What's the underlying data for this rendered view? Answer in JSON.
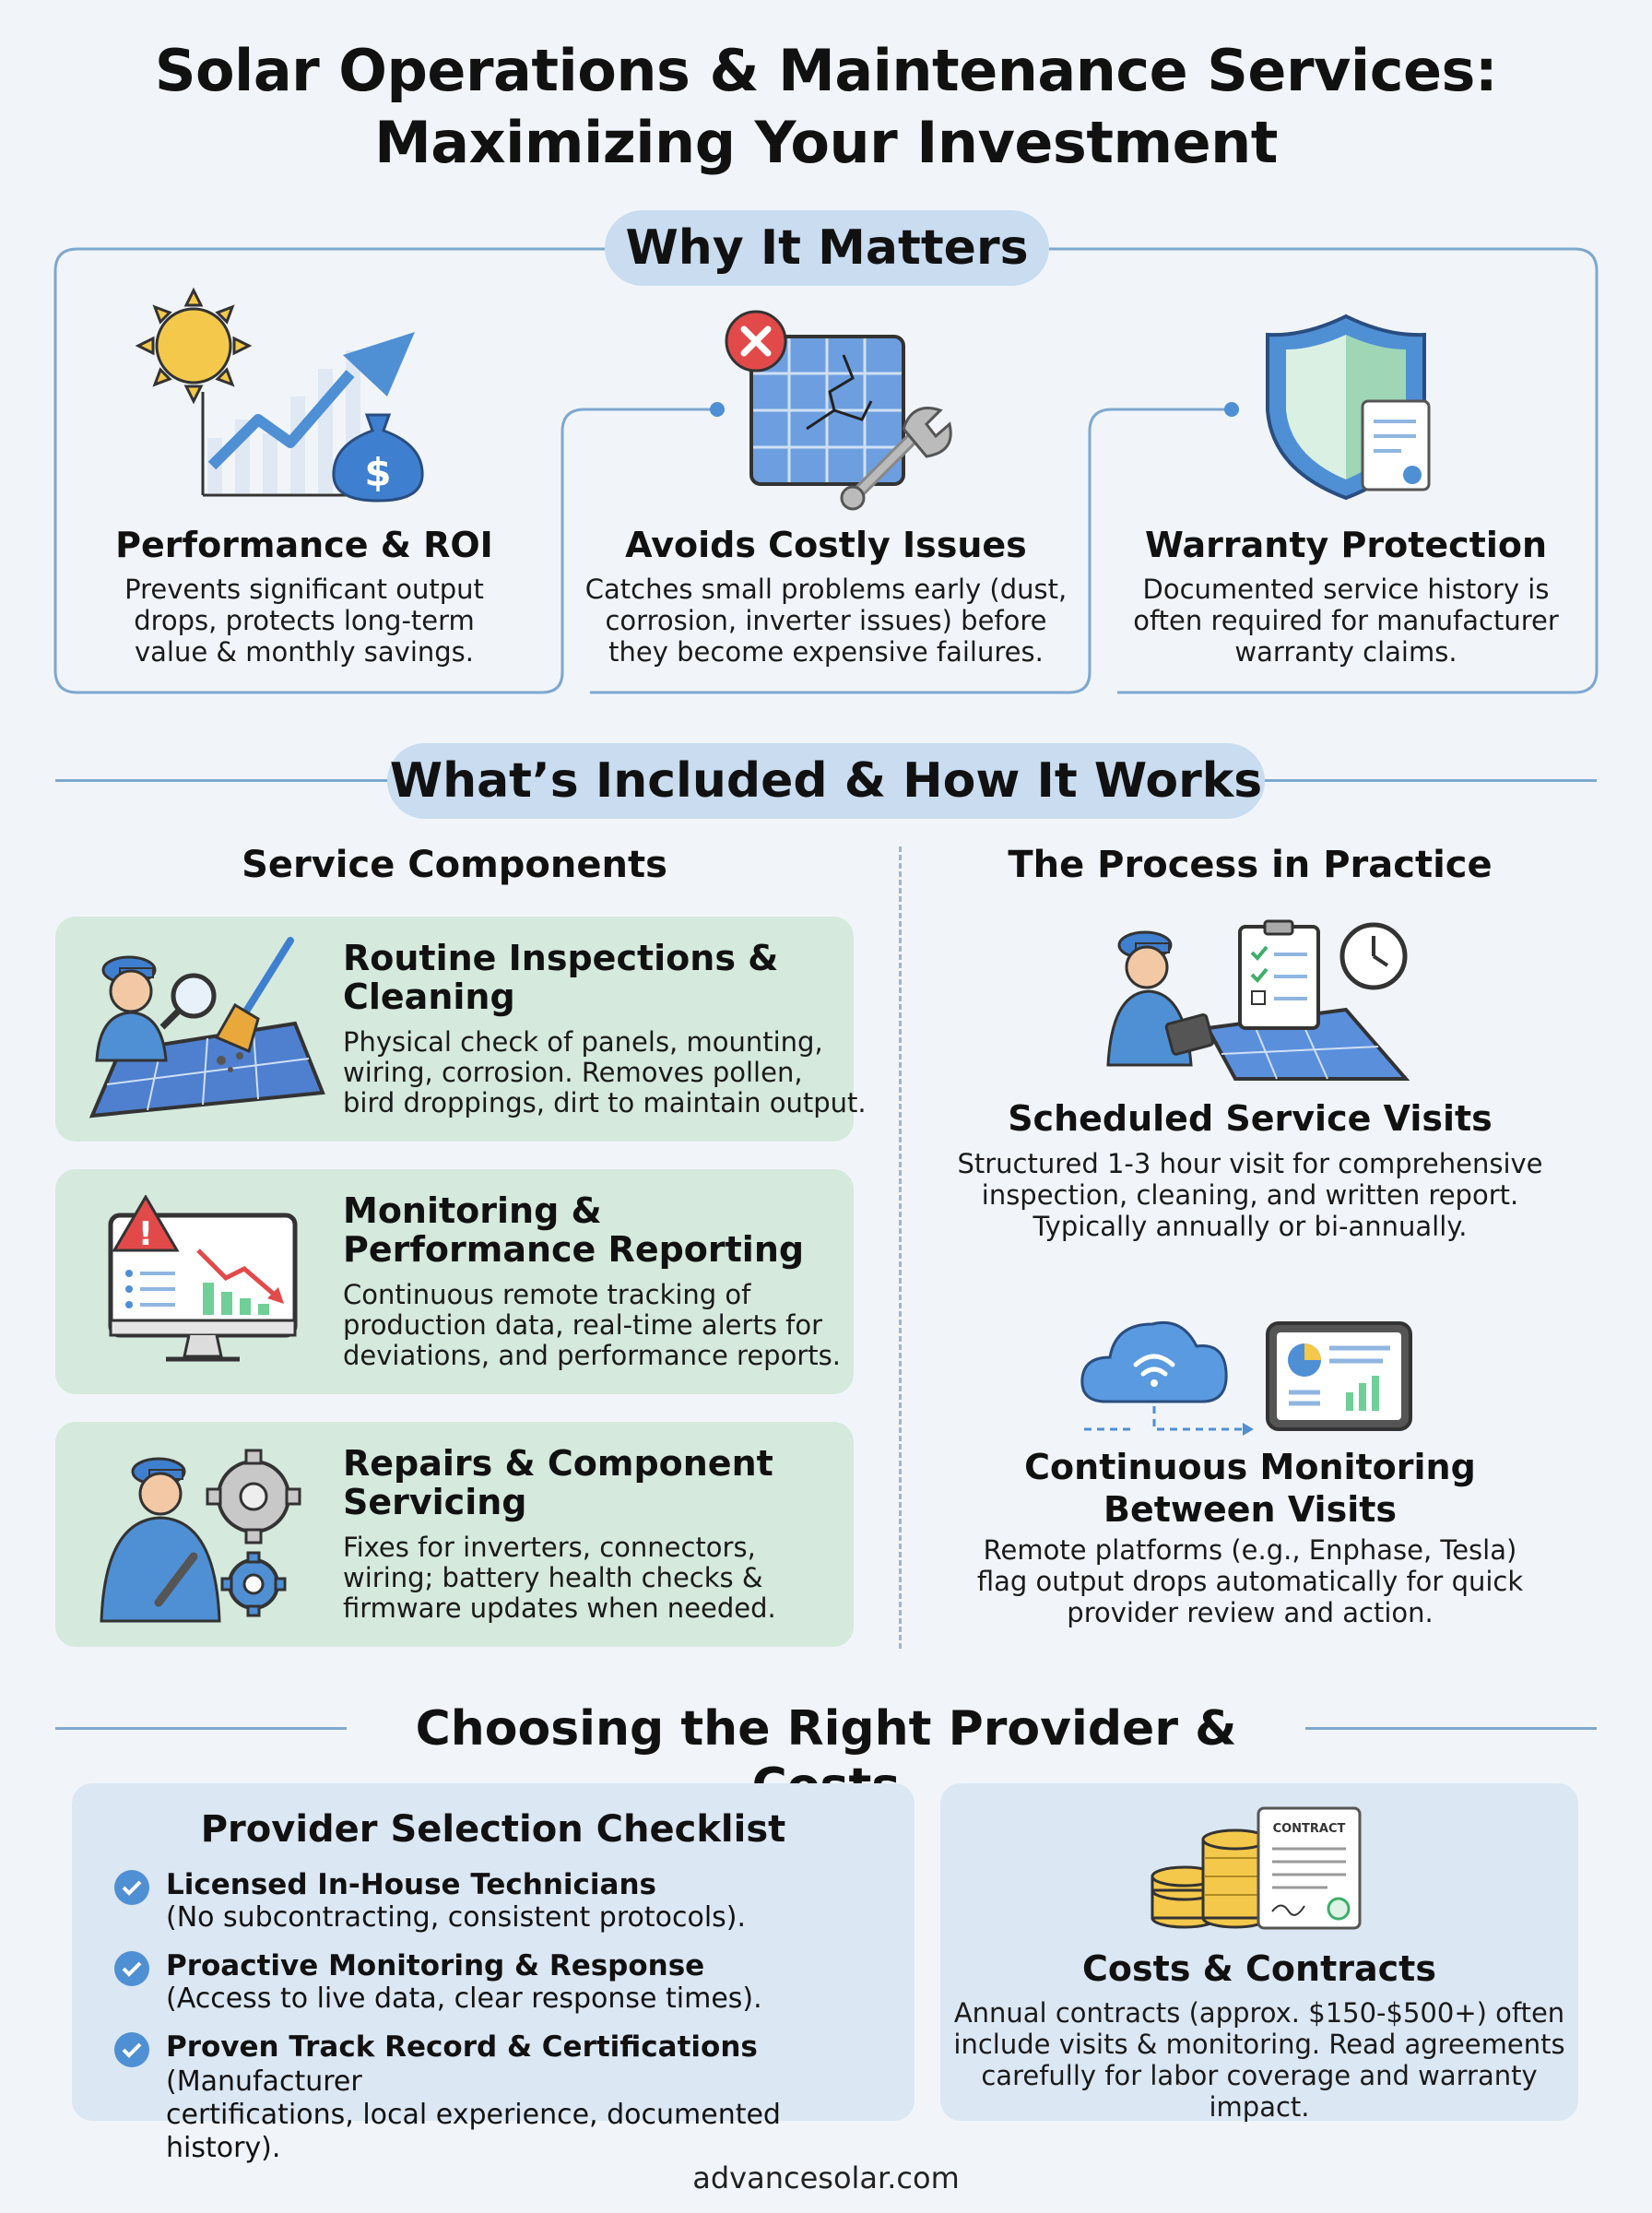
{
  "title_line1": "Solar Operations & Maintenance Services:",
  "title_line2": "Maximizing Your Investment",
  "why": {
    "heading": "Why It Matters",
    "cards": [
      {
        "title": "Performance & ROI",
        "text": [
          "Prevents significant output",
          "drops, protects long-term",
          "value & monthly savings."
        ],
        "icon": "solar-growth-chart-icon"
      },
      {
        "title": "Avoids Costly Issues",
        "text": [
          "Catches small problems early (dust,",
          "corrosion, inverter issues) before",
          "they become expensive failures."
        ],
        "icon": "broken-panel-wrench-icon"
      },
      {
        "title": "Warranty Protection",
        "text": [
          "Documented service history is",
          "often required for manufacturer",
          "warranty claims."
        ],
        "icon": "shield-document-icon"
      }
    ]
  },
  "included": {
    "heading": "What’s Included & How It Works",
    "components_heading": "Service Components",
    "process_heading": "The Process in Practice",
    "components": [
      {
        "title": [
          "Routine Inspections &",
          "Cleaning"
        ],
        "text": [
          "Physical check of panels, mounting,",
          "wiring, corrosion. Removes pollen,",
          "bird droppings, dirt to maintain output."
        ],
        "icon": "technician-cleaning-icon"
      },
      {
        "title": [
          "Monitoring &",
          "Performance Reporting"
        ],
        "text": [
          "Continuous remote tracking of",
          "production data, real-time alerts for",
          "deviations, and performance reports."
        ],
        "icon": "monitor-alert-icon"
      },
      {
        "title": [
          "Repairs & Component",
          "Servicing"
        ],
        "text": [
          "Fixes for inverters, connectors,",
          "wiring; battery health checks &",
          "firmware updates when needed."
        ],
        "icon": "technician-gears-icon"
      }
    ],
    "process": [
      {
        "title": [
          "Scheduled Service Visits"
        ],
        "text": [
          "Structured 1-3 hour visit for comprehensive",
          "inspection, cleaning, and written report.",
          "Typically annually or bi-annually."
        ],
        "icon": "technician-checklist-icon"
      },
      {
        "title": [
          "Continuous Monitoring",
          "Between Visits"
        ],
        "text": [
          "Remote platforms (e.g., Enphase, Tesla)",
          "flag output drops automatically for quick",
          "provider review and action."
        ],
        "icon": "cloud-tablet-icon"
      }
    ]
  },
  "choosing": {
    "heading": "Choosing the Right Provider & Costs",
    "checklist_heading": "Provider Selection Checklist",
    "checklist": [
      {
        "bold": "Licensed In-House Technicians",
        "rest": "",
        "line2": "(No subcontracting, consistent protocols)."
      },
      {
        "bold": "Proactive Monitoring & Response",
        "rest": "",
        "line2": "(Access to live data, clear response times)."
      },
      {
        "bold": "Proven Track Record & Certifications",
        "rest": " (Manufacturer",
        "line2": "certifications, local experience, documented history)."
      }
    ],
    "costs_heading": "Costs & Contracts",
    "contract_label": "CONTRACT",
    "costs_text": [
      "Annual contracts (approx. $150-$500+) often",
      "include visits & monitoring. Read agreements",
      "carefully for labor coverage and warranty impact."
    ]
  },
  "footer": "advancesolar.com",
  "colors": {
    "accent_blue": "#4f8fd4",
    "frame_blue": "#7fa8cf",
    "pill_blue": "#c9dcf0",
    "card_green": "#d5e9dd",
    "box_blue": "#dbe7f3"
  }
}
